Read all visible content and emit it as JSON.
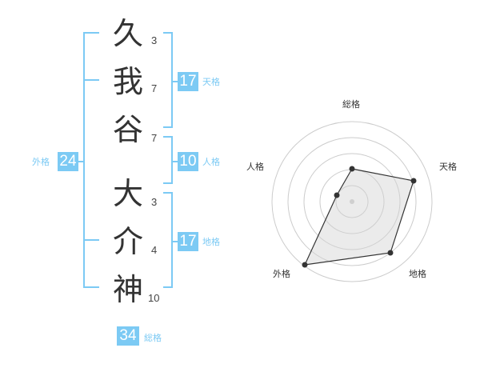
{
  "name_chars": [
    {
      "char": "久",
      "strokes": "3"
    },
    {
      "char": "我",
      "strokes": "7"
    },
    {
      "char": "谷",
      "strokes": "7"
    },
    {
      "char": "大",
      "strokes": "3"
    },
    {
      "char": "介",
      "strokes": "4"
    },
    {
      "char": "神",
      "strokes": "10"
    }
  ],
  "groups": {
    "tenkaku": {
      "value": "17",
      "label": "天格"
    },
    "jinkaku": {
      "value": "10",
      "label": "人格"
    },
    "chikaku": {
      "value": "17",
      "label": "地格"
    },
    "gaikaku": {
      "value": "24",
      "label": "外格"
    },
    "soukaku": {
      "value": "34",
      "label": "総格"
    }
  },
  "radar": {
    "labels": {
      "soukaku": "総格",
      "tenkaku": "天格",
      "chikaku": "地格",
      "gaikaku": "外格",
      "jinkaku": "人格"
    }
  },
  "colors": {
    "accent": "#7ccaf4",
    "text": "#333333"
  }
}
